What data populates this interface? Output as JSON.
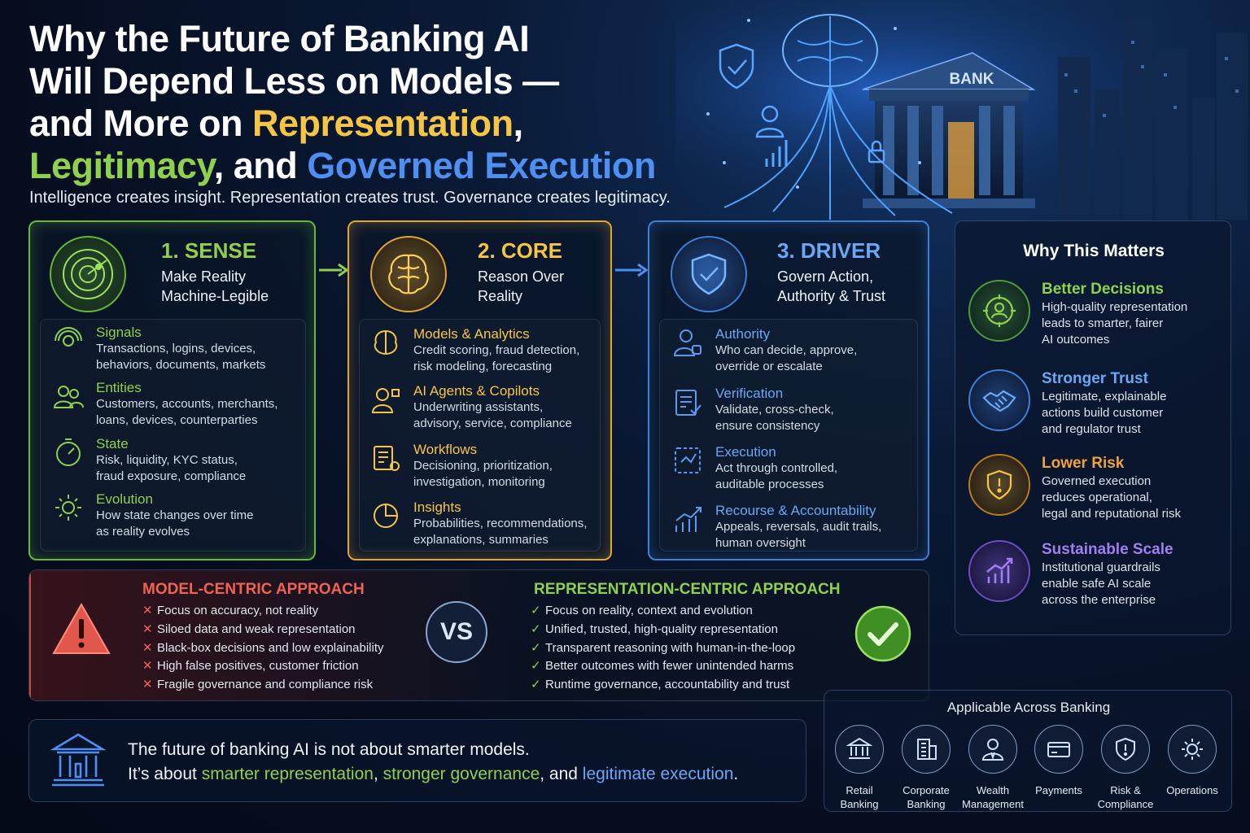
{
  "header": {
    "title_line1": "Why the Future of Banking AI",
    "title_line2": "Will Depend Less on Models —",
    "title_line3_pre": "and More on ",
    "title_line3_hl": "Representation",
    "title_line3_post": ",",
    "title_line4_hl1": "Legitimacy",
    "title_line4_mid": ", and ",
    "title_line4_hl2": "Governed Execution",
    "subtitle": "Intelligence creates insight. Representation creates trust. Governance creates legitimacy."
  },
  "hero": {
    "bank_sign": "BANK"
  },
  "pillars": {
    "sense": {
      "title": "1. SENSE",
      "sub1": "Make Reality",
      "sub2": "Machine-Legible",
      "items": [
        {
          "title": "Signals",
          "desc1": "Transactions, logins, devices,",
          "desc2": "behaviors, documents, markets"
        },
        {
          "title": "Entities",
          "desc1": "Customers, accounts, merchants,",
          "desc2": "loans, devices, counterparties"
        },
        {
          "title": "State",
          "desc1": "Risk, liquidity, KYC status,",
          "desc2": "fraud exposure, compliance"
        },
        {
          "title": "Evolution",
          "desc1": "How state changes over time",
          "desc2": "as reality evolves"
        }
      ]
    },
    "core": {
      "title": "2. CORE",
      "sub1": "Reason Over",
      "sub2": "Reality",
      "items": [
        {
          "title": "Models & Analytics",
          "desc1": "Credit scoring, fraud detection,",
          "desc2": "risk modeling, forecasting"
        },
        {
          "title": "AI Agents & Copilots",
          "desc1": "Underwriting assistants,",
          "desc2": "advisory, service, compliance"
        },
        {
          "title": "Workflows",
          "desc1": "Decisioning, prioritization,",
          "desc2": "investigation, monitoring"
        },
        {
          "title": "Insights",
          "desc1": "Probabilities, recommendations,",
          "desc2": "explanations, summaries"
        }
      ]
    },
    "driver": {
      "title": "3. DRIVER",
      "sub1": "Govern Action,",
      "sub2": "Authority & Trust",
      "items": [
        {
          "title": "Authority",
          "desc1": "Who can decide, approve,",
          "desc2": "override or escalate"
        },
        {
          "title": "Verification",
          "desc1": "Validate, cross-check,",
          "desc2": "ensure consistency"
        },
        {
          "title": "Execution",
          "desc1": "Act through controlled,",
          "desc2": "auditable processes"
        },
        {
          "title": "Recourse & Accountability",
          "desc1": "Appeals, reversals, audit trails,",
          "desc2": "human oversight"
        }
      ]
    }
  },
  "why": {
    "title": "Why This Matters",
    "items": [
      {
        "title": "Better Decisions",
        "d1": "High-quality representation",
        "d2": "leads to smarter, fairer",
        "d3": "AI outcomes"
      },
      {
        "title": "Stronger Trust",
        "d1": "Legitimate, explainable",
        "d2": "actions build customer",
        "d3": "and regulator trust"
      },
      {
        "title": "Lower Risk",
        "d1": "Governed execution",
        "d2": "reduces operational,",
        "d3": "legal and reputational risk"
      },
      {
        "title": "Sustainable Scale",
        "d1": "Institutional guardrails",
        "d2": "enable safe AI scale",
        "d3": "across the enterprise"
      }
    ]
  },
  "compare": {
    "left_title": "MODEL-CENTRIC APPROACH",
    "left_items": [
      "Focus on accuracy, not reality",
      "Siloed data and weak representation",
      "Black-box decisions and low explainability",
      "High false positives, customer friction",
      "Fragile governance and compliance risk"
    ],
    "vs": "VS",
    "right_title": "REPRESENTATION-CENTRIC APPROACH",
    "right_items": [
      "Focus on reality, context and evolution",
      "Unified, trusted, high-quality representation",
      "Transparent reasoning with human-in-the-loop",
      "Better outcomes with fewer unintended harms",
      "Runtime governance, accountability and trust"
    ],
    "x_mark": "✕",
    "check_mark": "✓"
  },
  "statement": {
    "line1": "The future of banking AI is not about smarter models.",
    "line2_pre": "It’s about ",
    "line2_hl1": "smarter representation",
    "line2_sep": ", ",
    "line2_hl2": "stronger governance",
    "line2_mid": ", and ",
    "line2_hl3": "legitimate execution",
    "line2_end": "."
  },
  "applicable": {
    "title": "Applicable Across Banking",
    "items": [
      {
        "l1": "Retail",
        "l2": "Banking"
      },
      {
        "l1": "Corporate",
        "l2": "Banking"
      },
      {
        "l1": "Wealth",
        "l2": "Management"
      },
      {
        "l1": "Payments",
        "l2": ""
      },
      {
        "l1": "Risk &",
        "l2": "Compliance"
      },
      {
        "l1": "Operations",
        "l2": ""
      }
    ]
  },
  "colors": {
    "sense": "#8fd14f",
    "core": "#f6c544",
    "driver": "#5a9bf0",
    "risk_red": "#e2574c"
  }
}
